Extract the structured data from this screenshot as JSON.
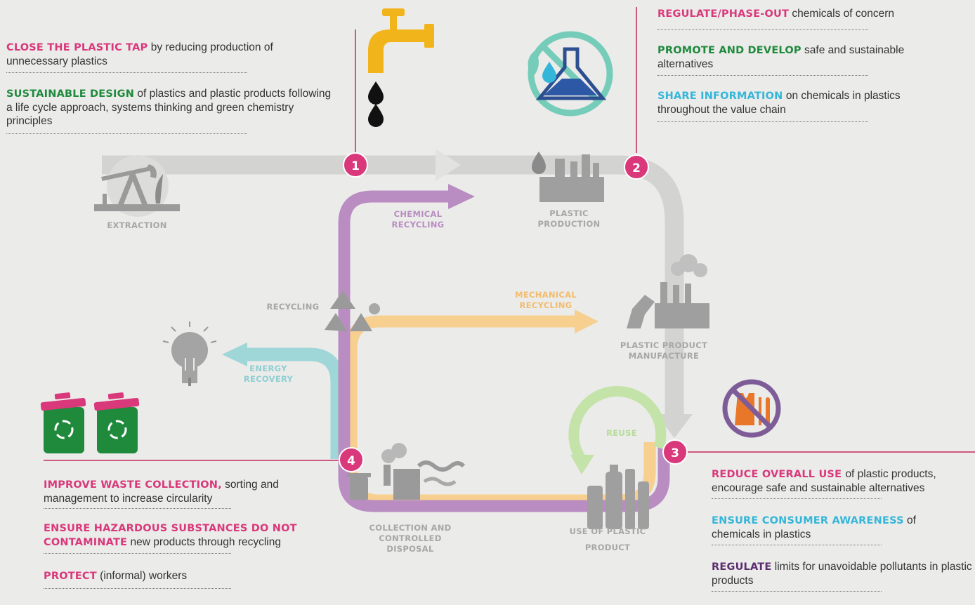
{
  "colors": {
    "pink": "#d9387a",
    "green": "#1f8a3c",
    "cyan": "#34b6d9",
    "purple": "#5a2d6e",
    "main_flow": "#cfcfce",
    "chemical": "#b98dc1",
    "mechanical": "#f7cf8f",
    "energy": "#9fd6d8",
    "reuse": "#c3e3a8",
    "stage_gray": "#a7a7a7"
  },
  "stages": {
    "extraction": "EXTRACTION",
    "production_line1": "PLASTIC",
    "production_line2": "PRODUCTION",
    "manufacture_line1": "PLASTIC PRODUCT",
    "manufacture_line2": "MANUFACTURE",
    "use_line1": "USE OF PLASTIC",
    "use_line2": "PRODUCT",
    "disposal_line1": "COLLECTION AND",
    "disposal_line2": "CONTROLLED",
    "disposal_line3": "DISPOSAL",
    "recycling": "RECYCLING"
  },
  "flows": {
    "chemical_line1": "CHEMICAL",
    "chemical_line2": "RECYCLING",
    "mechanical_line1": "MECHANICAL",
    "mechanical_line2": "RECYCLING",
    "energy_line1": "ENERGY",
    "energy_line2": "RECOVERY",
    "reuse": "REUSE"
  },
  "badges": [
    "1",
    "2",
    "3",
    "4"
  ],
  "actions_1": [
    {
      "keyword": "CLOSE THE PLASTIC TAP",
      "text": " by reducing production of unnecessary plastics"
    },
    {
      "keyword": "SUSTAINABLE DESIGN",
      "text": " of plastics and plastic products following a life cycle approach, systems thinking and green chemistry principles"
    }
  ],
  "actions_2": [
    {
      "keyword": "REGULATE/PHASE-OUT",
      "text": " chemicals of concern"
    },
    {
      "keyword": "PROMOTE AND DEVELOP",
      "text": " safe and sustainable alternatives"
    },
    {
      "keyword": "SHARE INFORMATION",
      "text": " on chemicals in plastics throughout the value chain"
    }
  ],
  "actions_3": [
    {
      "keyword": "REDUCE OVERALL USE ",
      "text": " of plastic products, encourage safe and sustainable alternatives"
    },
    {
      "keyword": "ENSURE CONSUMER AWARENESS",
      "text": " of chemicals in plastics"
    },
    {
      "keyword": "REGULATE",
      "text": " limits for unavoidable pollutants in plastic products"
    }
  ],
  "actions_4": [
    {
      "keyword": "IMPROVE WASTE COLLECTION,",
      "text": " sorting and management to increase circularity"
    },
    {
      "keyword": "ENSURE HAZARDOUS SUBSTANCES DO NOT CONTAMINATE",
      "text": " new products through recycling"
    },
    {
      "keyword": "PROTECT",
      "text": " (informal) workers"
    }
  ]
}
